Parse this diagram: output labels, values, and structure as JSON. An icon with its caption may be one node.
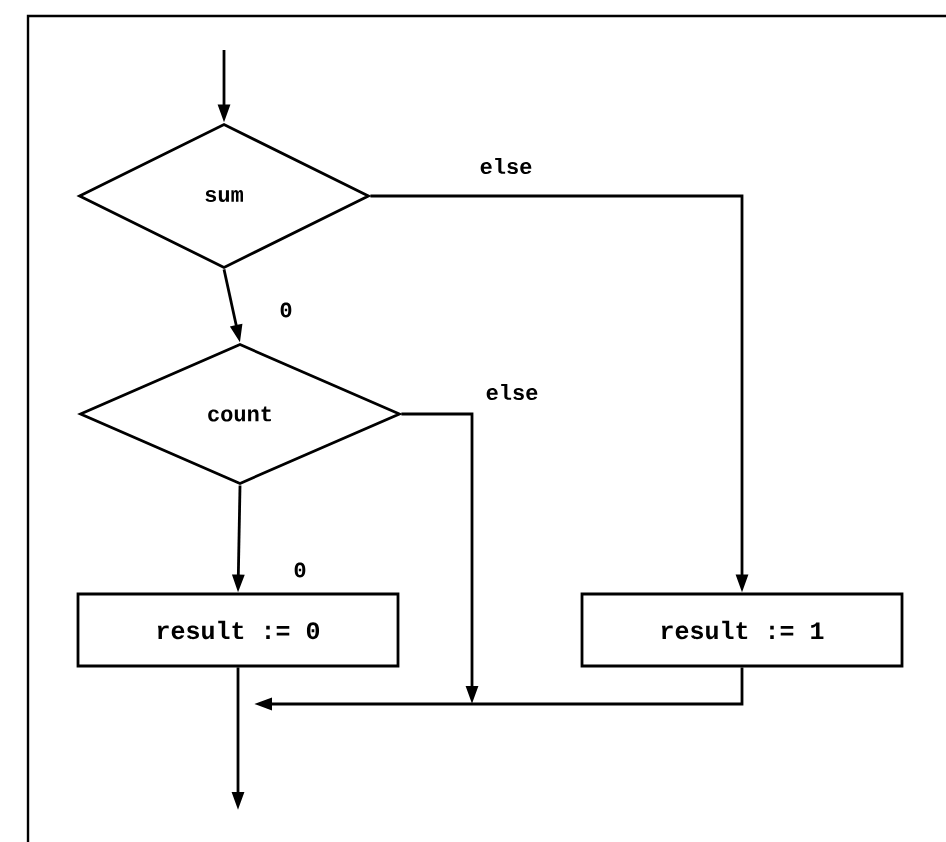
{
  "diagram": {
    "nodes": [
      {
        "text": [
          "sum"
        ]
      },
      {
        "text": [
          "count"
        ]
      },
      {
        "text": [
          "result := 0"
        ]
      },
      {
        "text": [
          "result := 1"
        ]
      }
    ],
    "edges": [
      {
        "from": null,
        "to": 0,
        "arrow": "to"
      },
      {
        "from": 0,
        "to": 1,
        "arrow": "to",
        "label": "0"
      },
      {
        "from": 0,
        "to": 3,
        "arrow": "to",
        "label": "else"
      },
      {
        "from": 1,
        "to": 2,
        "arrow": "to",
        "label": "0"
      },
      {
        "from": 1,
        "to": null,
        "arrow": "to",
        "label": "else"
      },
      {
        "from": 3,
        "to": null,
        "arrow": "to"
      },
      {
        "from": 2,
        "to": null,
        "arrow": "to"
      }
    ]
  }
}
